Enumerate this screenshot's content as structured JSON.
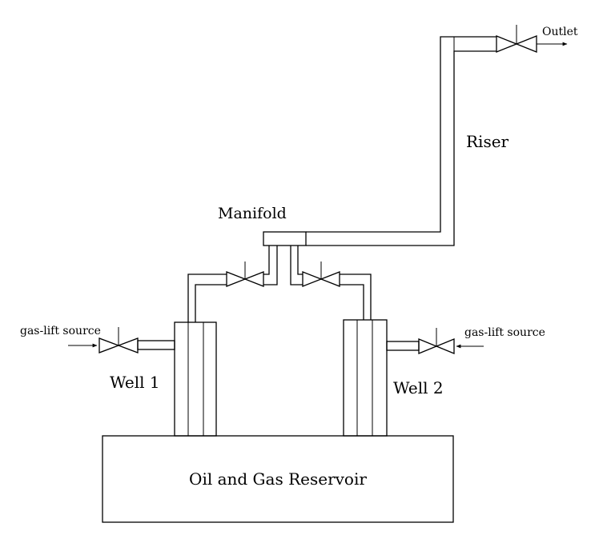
{
  "labels": {
    "outlet": "Outlet",
    "riser": "Riser",
    "manifold": "Manifold",
    "gas_lift_left": "gas-lift source",
    "gas_lift_right": "gas-lift source",
    "well_1": "Well 1",
    "well_2": "Well 2",
    "reservoir": "Oil and Gas Reservoir"
  }
}
